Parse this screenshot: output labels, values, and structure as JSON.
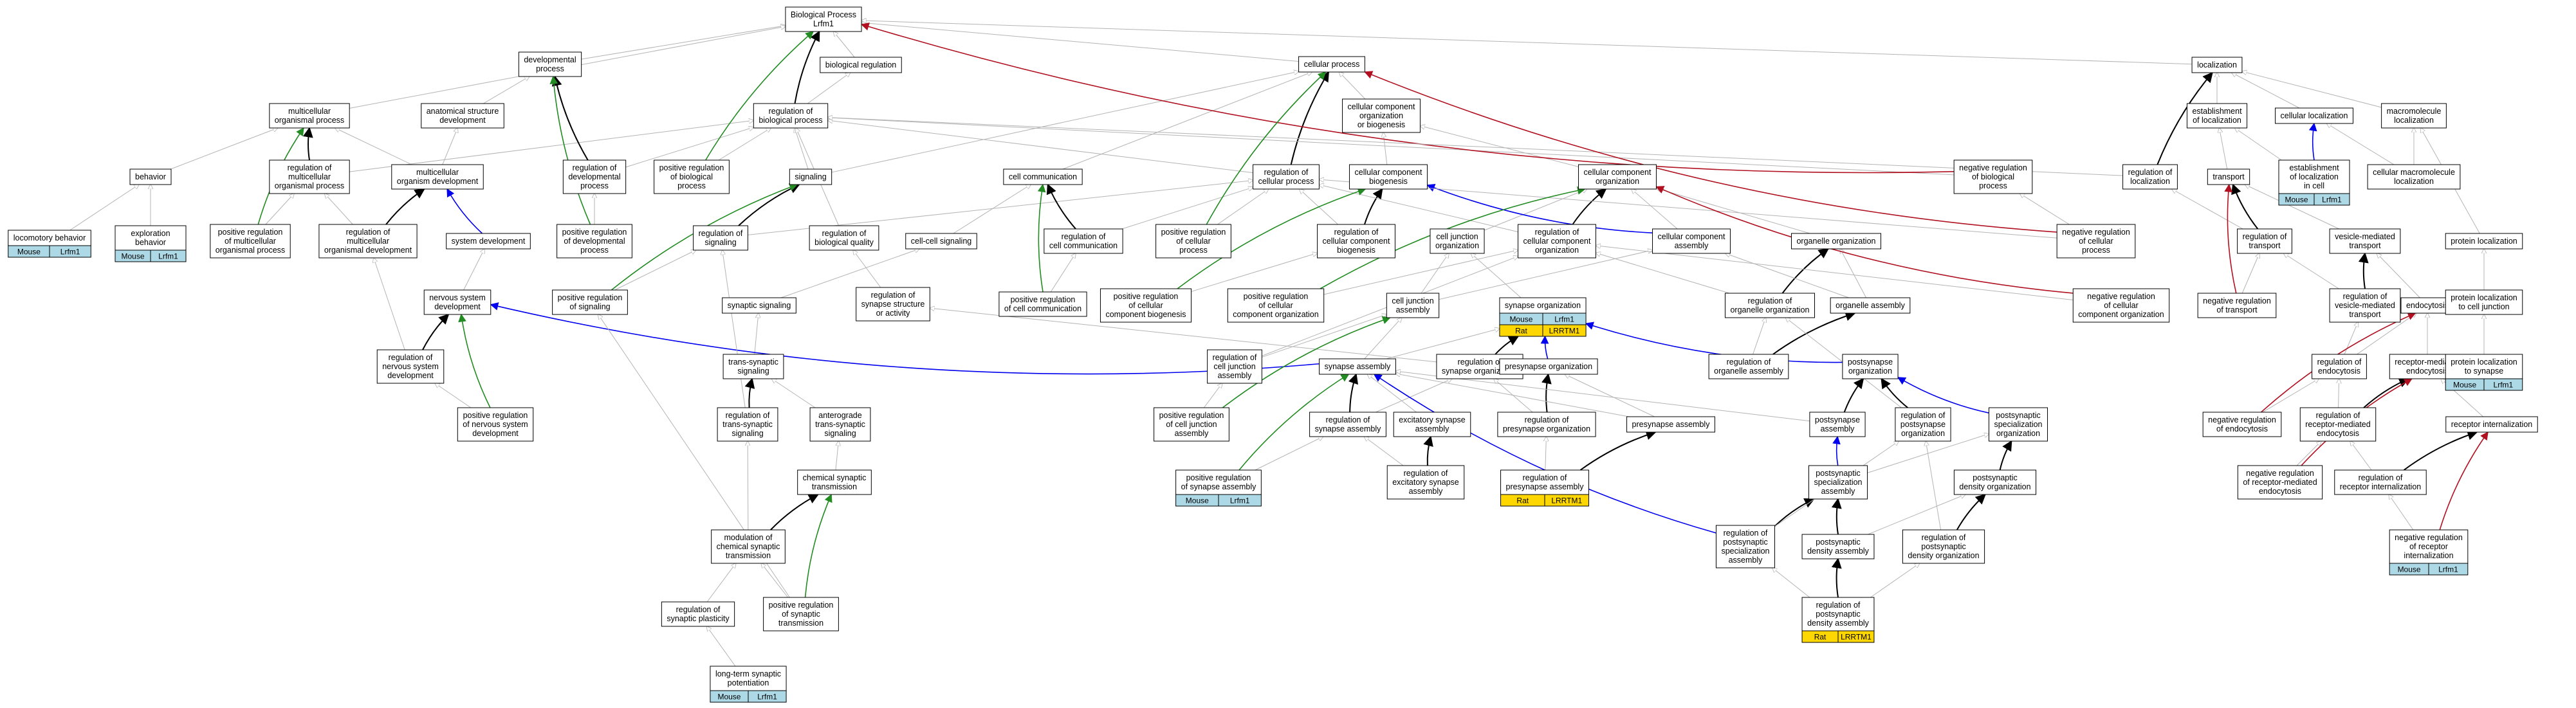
{
  "colors": {
    "edge_gray": "#b4b4b4",
    "edge_black": "#000000",
    "edge_green": "#228b22",
    "edge_blue": "#0000ee",
    "edge_red": "#b01020",
    "mouse_fill": "#add8e6",
    "rat_fill": "#ffd700",
    "node_stroke": "#000000"
  },
  "terms": {
    "bp": "Biological Process\nLrfm1",
    "dev": "developmental\nprocess",
    "bioreg": "biological regulation",
    "cp": "cellular process",
    "loc": "localization",
    "multi": "multicellular\norganismal process",
    "asd": "anatomical structure\ndevelopment",
    "regbp": "regulation of\nbiological process",
    "ccob": "cellular component\norganization\nor biogenesis",
    "estloc": "establishment\nof localization",
    "cellloc": "cellular localization",
    "macroloc": "macromolecule\nlocalization",
    "behavior": "behavior",
    "regmulti": "regulation of\nmulticellular\norganismal process",
    "mod": "multicellular\norganism development",
    "regdev": "regulation of\ndevelopmental\nprocess",
    "posregbp": "positive regulation\nof biological\nprocess",
    "signaling": "signaling",
    "cellcomm": "cell communication",
    "regcp": "regulation of\ncellular process",
    "ccbiog": "cellular component\nbiogenesis",
    "ccorg": "cellular component\norganization",
    "negregbp": "negative regulation\nof biological\nprocess",
    "regloc": "regulation of\nlocalization",
    "transport": "transport",
    "estloccell": "establishment\nof localization\nin cell",
    "cellmacroloc": "cellular macromolecule\nlocalization",
    "locbeh": "locomotory behavior",
    "explbeh": "exploration\nbehavior",
    "posregmulti": "positive regulation\nof multicellular\norganismal process",
    "regmod": "regulation of\nmulticellular\norganismal development",
    "sysdev": "system development",
    "posregdev": "positive regulation\nof developmental\nprocess",
    "regsig": "regulation of\nsignaling",
    "regbq": "regulation of\nbiological quality",
    "ccsig": "cell-cell signaling",
    "regcc": "regulation of\ncell communication",
    "posregcp": "positive regulation\nof cellular\nprocess",
    "regccb": "regulation of\ncellular component\nbiogenesis",
    "cjorg": "cell junction\norganization",
    "regcco": "regulation of\ncellular component\norganization",
    "ccasm": "cellular component\nassembly",
    "orgorg": "organelle organization",
    "negregcp": "negative regulation\nof cellular\nprocess",
    "regtrans": "regulation of\ntransport",
    "vmt": "vesicle-mediated\ntransport",
    "protloc": "protein localization",
    "nsd": "nervous system\ndevelopment",
    "posregsig": "positive regulation\nof signaling",
    "synsig": "synaptic signaling",
    "regsso": "regulation of\nsynapse structure\nor activity",
    "posregcc": "positive regulation\nof cell communication",
    "posregccb": "positive regulation\nof cellular\ncomponent biogenesis",
    "posregcco": "positive regulation\nof cellular\ncomponent organization",
    "cjasm": "cell junction\nassembly",
    "synorg": "synapse organization",
    "regorgorg": "regulation of\norganelle organization",
    "orgasm": "organelle assembly",
    "negregcco": "negative regulation\nof cellular\ncomponent organization",
    "negregtrans": "negative regulation\nof transport",
    "regvmt": "regulation of\nvesicle-mediated\ntransport",
    "endo": "endocytosis",
    "protloccj": "protein localization\nto cell junction",
    "regnsd": "regulation of\nnervous system\ndevelopment",
    "tss": "trans-synaptic\nsignaling",
    "regcja": "regulation of\ncell junction\nassembly",
    "synasm": "synapse assembly",
    "regsynorg": "regulation of\nsynapse organization",
    "presynorg": "presynapse organization",
    "regorgasm": "regulation of\norganelle assembly",
    "postsynorg": "postsynapse\norganization",
    "regendo": "regulation of\nendocytosis",
    "rme": "receptor-mediated\nendocytosis",
    "protlocsyn": "protein localization\nto synapse",
    "posregnsd": "positive regulation\nof nervous system\ndevelopment",
    "regtss": "regulation of\ntrans-synaptic\nsignaling",
    "antsig": "anterograde\ntrans-synaptic\nsignaling",
    "posregcja": "positive regulation\nof cell junction\nassembly",
    "regsynasm": "regulation of\nsynapse assembly",
    "excsynasm": "excitatory synapse\nassembly",
    "regpresynorg": "regulation of\npresynapse organization",
    "presynasm": "presynapse assembly",
    "postsynasm": "postsynapse\nassembly",
    "regpostsynorg": "regulation of\npostsynapse\norganization",
    "pssorg": "postsynaptic\nspecialization\norganization",
    "negregendo": "negative regulation\nof endocytosis",
    "regrme": "regulation of\nreceptor-mediated\nendocytosis",
    "recint": "receptor internalization",
    "chemsyn": "chemical synaptic\ntransmission",
    "posregsynasm": "positive regulation\nof synapse assembly",
    "regexcsynasm": "regulation of\nexcitatory synapse\nassembly",
    "regpresynasm": "regulation of\npresynapse assembly",
    "pssasm": "postsynaptic\nspecialization\nassembly",
    "pdorg": "postsynaptic\ndensity organization",
    "negregrme": "negative regulation\nof receptor-mediated\nendocytosis",
    "regrecint": "regulation of\nreceptor internalization",
    "modchem": "modulation of\nchemical synaptic\ntransmission",
    "regpssasm": "regulation of\npostsynaptic\nspecialization\nassembly",
    "pdasm": "postsynaptic\ndensity assembly",
    "regpdorg": "regulation of\npostsynaptic\ndensity organization",
    "negregrecint": "negative regulation\nof receptor\ninternalization",
    "regsynplast": "regulation of\nsynaptic plasticity",
    "posregsyntrans": "positive regulation\nof synaptic\ntransmission",
    "regpdasm": "regulation of\npostsynaptic\ndensity assembly",
    "ltp": "long-term synaptic\npotentiation"
  },
  "annotations": {
    "locbeh": [
      [
        "Mouse",
        "Lrfm1"
      ]
    ],
    "explbeh": [
      [
        "Mouse",
        "Lrfm1"
      ]
    ],
    "estloccell": [
      [
        "Mouse",
        "Lrfm1"
      ]
    ],
    "synorg": [
      [
        "Mouse",
        "Lrfm1"
      ],
      [
        "Rat",
        "LRRTM1"
      ]
    ],
    "protlocsyn": [
      [
        "Mouse",
        "Lrfm1"
      ]
    ],
    "posregsynasm": [
      [
        "Mouse",
        "Lrfm1"
      ]
    ],
    "regpresynasm": [
      [
        "Rat",
        "LRRTM1"
      ]
    ],
    "negregrecint": [
      [
        "Mouse",
        "Lrfm1"
      ]
    ],
    "regpdasm": [
      [
        "Rat",
        "LRRTM1"
      ]
    ],
    "ltp": [
      [
        "Mouse",
        "Lrfm1"
      ]
    ]
  }
}
